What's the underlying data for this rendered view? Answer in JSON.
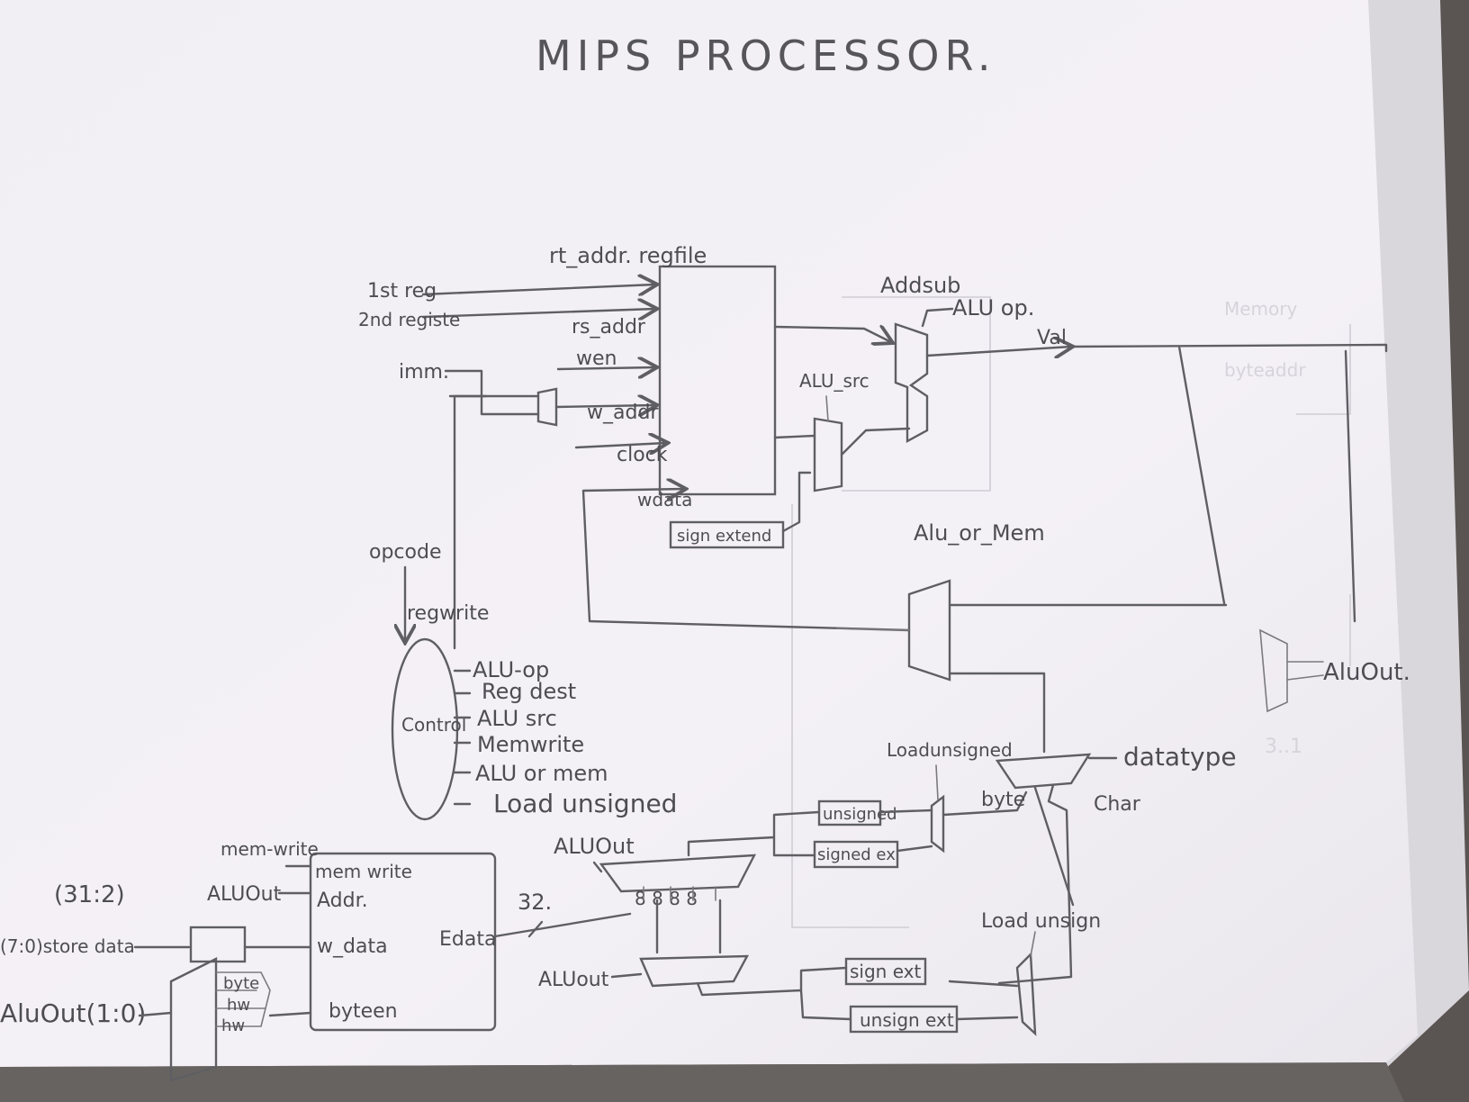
{
  "title": "MIPS PROCESSOR.",
  "regfile": {
    "label": "rt_addr. regfile",
    "in_reg1": "1st reg",
    "in_reg2": "2nd registe",
    "in_imm": "imm.",
    "port_rs_addr": "rs_addr",
    "port_wen": "wen",
    "port_w_addr": "w_addr",
    "port_clock": "clock",
    "port_wdata": "wdata",
    "sign_extend": "sign extend"
  },
  "alu": {
    "addsub": "Addsub",
    "alu_op": "ALU op.",
    "val": "Val",
    "alu_src": "ALU_src",
    "alu_or_mem": "Alu_or_Mem",
    "alu_out": "AluOut."
  },
  "control": {
    "label": "Control",
    "opcode": "opcode",
    "regwrite": "regwrite",
    "outputs": [
      "ALU-op",
      "Reg dest",
      "ALU src",
      "Memwrite",
      "ALU or mem",
      "Load unsigned"
    ]
  },
  "memory": {
    "in_memwrite": "mem-write",
    "in_aluout": "ALUOut",
    "in_range": "(31:2)",
    "in_store": "(7:0)store data",
    "in_aluout_low": "AluOut(1:0)",
    "port_memwrite": "mem write",
    "port_addr": "Addr.",
    "port_wdata": "w_data",
    "port_byteen": "byteen",
    "rdata": "Edata",
    "bus_width": "32.",
    "mux_byte": "byte",
    "mux_hw": "hw",
    "mux_hw2": "hw"
  },
  "load_path": {
    "aluout_top": "ALUOut",
    "aluout_bottom": "ALUout",
    "byte_sel": "8 8 8 8",
    "unsigned": "unsigned",
    "signed_ex": "signed ex",
    "sign_ext": "sign ext",
    "unsign_ext": "unsign ext",
    "loadunsigned_top": "Loadunsigned",
    "loadunsigned_bottom": "Load unsign",
    "byte": "byte",
    "char": "Char",
    "datatype": "datatype",
    "datatype_range": "3..1"
  },
  "ghost": {
    "memory": "Memory",
    "byteaddr": "byteaddr"
  }
}
